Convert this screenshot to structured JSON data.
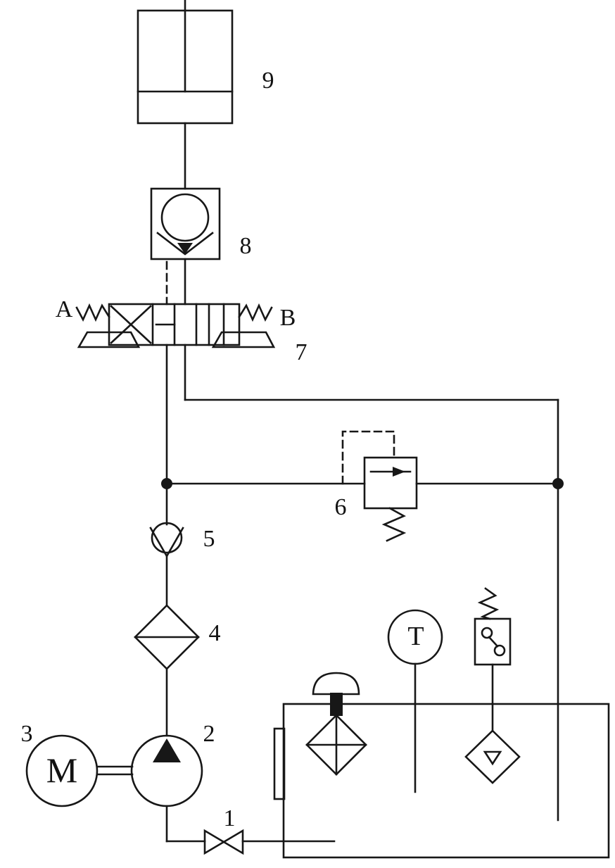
{
  "diagram": {
    "kind": "hydraulic-circuit-schematic",
    "background": "#ffffff",
    "line_color": "#171717",
    "components": {
      "shutoff_valve": {
        "label": "1"
      },
      "pump": {
        "label": "2"
      },
      "motor": {
        "label": "3",
        "symbol": "M"
      },
      "filter": {
        "label": "4"
      },
      "check_valve": {
        "label": "5"
      },
      "relief_valve": {
        "label": "6"
      },
      "directional_valve": {
        "label": "7",
        "solenoid_left": "A",
        "solenoid_right": "B"
      },
      "pilot_operated_check_valve": {
        "label": "8"
      },
      "cylinder": {
        "label": "9"
      },
      "thermometer": {
        "symbol": "T"
      }
    }
  }
}
